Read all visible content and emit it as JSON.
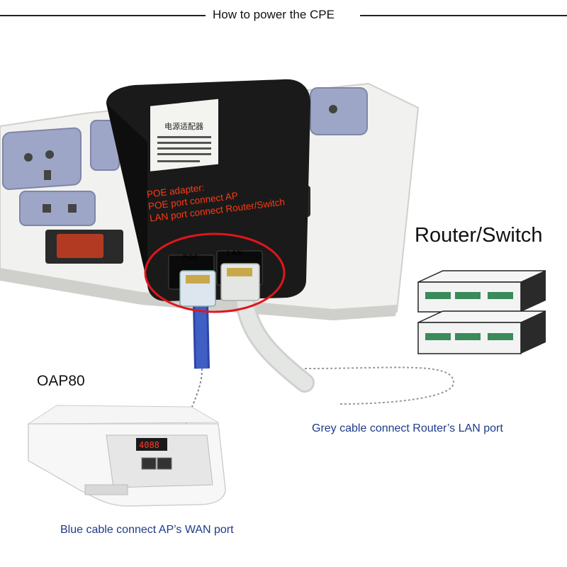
{
  "title": "How to power the CPE",
  "labels": {
    "router_switch": "Router/Switch",
    "oap": "OAP80",
    "grey_cable": "Grey cable connect Router’s LAN port",
    "blue_cable": "Blue cable connect AP’s WAN port"
  },
  "poe_note": {
    "line1": "POE adapter:",
    "line2": "POE port connect AP",
    "line3": "LAN port connect Router/Switch"
  },
  "adapter": {
    "port_poe": "POE",
    "port_lan": "LAN",
    "label_title": "电源适配器",
    "display_readout": "4088"
  },
  "colors": {
    "annotation_red": "#ff3a12",
    "caption_blue": "#1f3a8a",
    "highlight_circle": "#e0161b",
    "blue_cable": "#3f5fc4",
    "grey_cable": "#e4e6e4"
  }
}
